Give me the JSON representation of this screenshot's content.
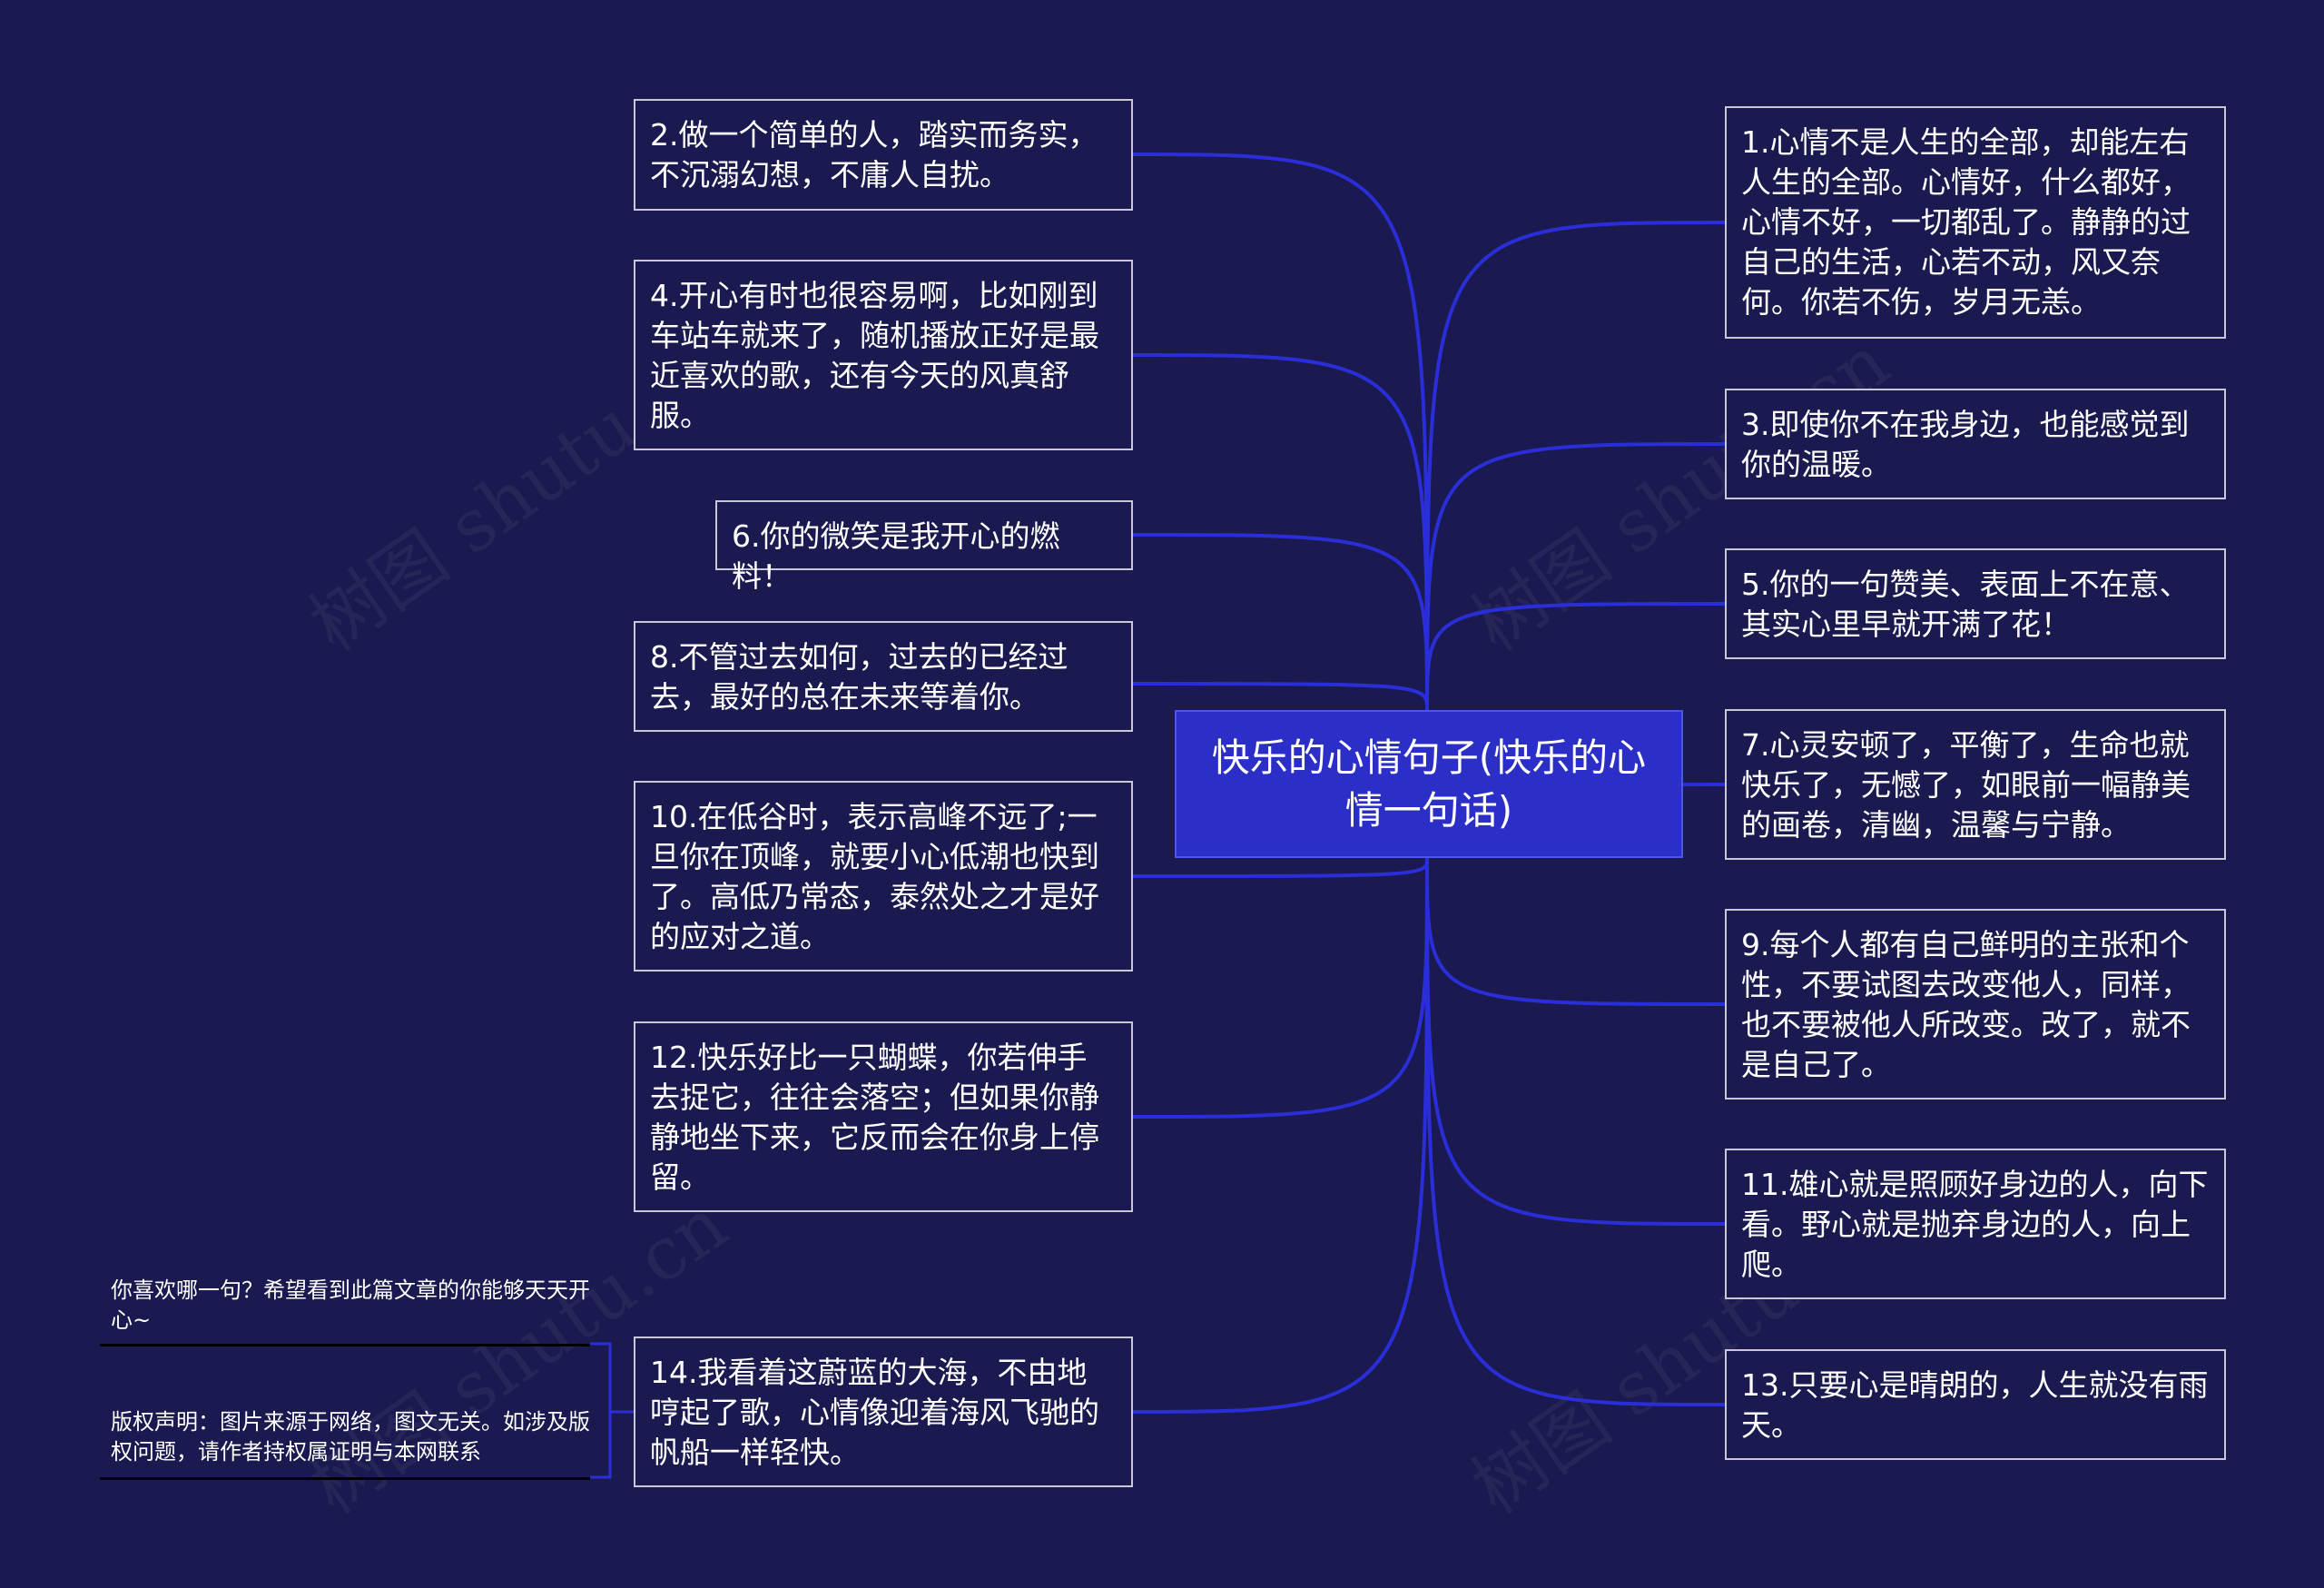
{
  "root": {
    "label": "快乐的心情句子(快乐的心情一句话)"
  },
  "colors": {
    "background": "#1a1a50",
    "root_fill": "#2b2fc7",
    "edge": "#2a2ed8",
    "node_border": "#c8c8d8"
  },
  "right_nodes": [
    {
      "label": "1.心情不是人生的全部，却能左右人生的全部。心情好，什么都好，心情不好，一切都乱了。静静的过自己的生活，心若不动，风又奈何。你若不伤，岁月无恙。"
    },
    {
      "label": "3.即使你不在我身边，也能感觉到你的温暖。"
    },
    {
      "label": "5.你的一句赞美、表面上不在意、其实心里早就开满了花！"
    },
    {
      "label": "7.心灵安顿了，平衡了，生命也就快乐了，无憾了，如眼前一幅静美的画卷，清幽，温馨与宁静。"
    },
    {
      "label": "9.每个人都有自己鲜明的主张和个性，不要试图去改变他人，同样，也不要被他人所改变。改了，就不是自己了。"
    },
    {
      "label": "11.雄心就是照顾好身边的人，向下看。野心就是抛弃身边的人，向上爬。"
    },
    {
      "label": "13.只要心是晴朗的，人生就没有雨天。"
    }
  ],
  "left_nodes": [
    {
      "label": "2.做一个简单的人，踏实而务实，不沉溺幻想，不庸人自扰。"
    },
    {
      "label": "4.开心有时也很容易啊，比如刚到车站车就来了，随机播放正好是最近喜欢的歌，还有今天的风真舒服。"
    },
    {
      "label": "6.你的微笑是我开心的燃料！"
    },
    {
      "label": "8.不管过去如何，过去的已经过去，最好的总在未来等着你。"
    },
    {
      "label": "10.在低谷时，表示高峰不远了;一旦你在顶峰，就要小心低潮也快到了。高低乃常态，泰然处之才是好的应对之道。"
    },
    {
      "label": "12.快乐好比一只蝴蝶，你若伸手去捉它，往往会落空；但如果你静静地坐下来，它反而会在你身上停留。"
    },
    {
      "label": "14.我看着这蔚蓝的大海，不由地哼起了歌，心情像迎着海风飞驰的帆船一样轻快。"
    }
  ],
  "notes": [
    {
      "label": "你喜欢哪一句？希望看到此篇文章的你能够天天开心~"
    },
    {
      "label": "版权声明：图片来源于网络，图文无关。如涉及版权问题，请作者持权属证明与本网联系"
    }
  ],
  "watermark": {
    "text": "树图 shutu.cn"
  }
}
